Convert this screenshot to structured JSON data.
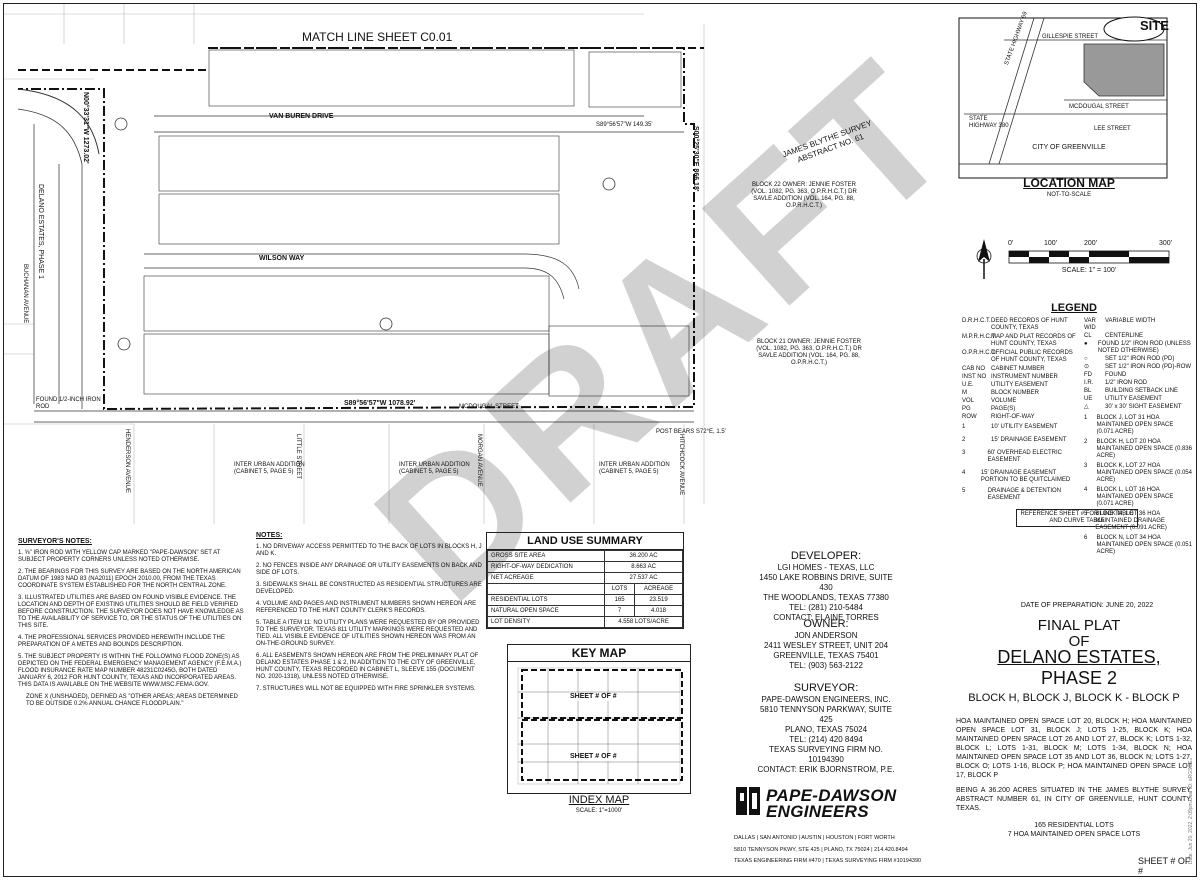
{
  "match_line": "MATCH LINE SHEET C0.01",
  "watermark": "DRAFT",
  "site_label": "SITE",
  "location_map": {
    "title": "LOCATION MAP",
    "subtitle": "NOT-TO-SCALE",
    "streets": [
      "GILLESPIE STREET",
      "STATE HIGHWAY 69",
      "MCDOUGAL STREET",
      "STATE HIGHWAY 380",
      "LEE STREET"
    ],
    "city": "CITY OF GREENVILLE"
  },
  "scale_bar": {
    "ticks": [
      "0'",
      "100'",
      "200'",
      "300'"
    ],
    "label": "SCALE: 1\" = 100'"
  },
  "legend": {
    "title": "LEGEND",
    "left_items": [
      {
        "abbr": "D.R.H.C.T.",
        "text": "DEED RECORDS OF HUNT COUNTY, TEXAS"
      },
      {
        "abbr": "M.P.R.H.C.T.",
        "text": "MAP AND PLAT RECORDS OF HUNT COUNTY, TEXAS"
      },
      {
        "abbr": "O.P.R.H.C.T.",
        "text": "OFFICIAL PUBLIC RECORDS OF HUNT COUNTY, TEXAS"
      },
      {
        "abbr": "CAB NO",
        "text": "CABINET NUMBER"
      },
      {
        "abbr": "INST NO",
        "text": "INSTRUMENT NUMBER"
      },
      {
        "abbr": "U.E.",
        "text": "UTILITY EASEMENT"
      },
      {
        "abbr": "M",
        "text": "BLOCK NUMBER"
      },
      {
        "abbr": "VOL",
        "text": "VOLUME"
      },
      {
        "abbr": "PG",
        "text": "PAGE(S)"
      },
      {
        "abbr": "ROW",
        "text": "RIGHT-OF-WAY"
      },
      {
        "abbr": "1",
        "text": "10' UTILITY EASEMENT"
      },
      {
        "abbr": "2",
        "text": "15' DRAINAGE EASEMENT"
      },
      {
        "abbr": "3",
        "text": "60' OVERHEAD ELECTRIC EASEMENT"
      },
      {
        "abbr": "4",
        "text": "15' DRAINAGE EASEMENT PORTION TO BE QUITCLAIMED"
      },
      {
        "abbr": "5",
        "text": "DRAINAGE & DETENTION EASEMENT"
      }
    ],
    "right_items": [
      {
        "abbr": "VAR WID",
        "text": "VARIABLE WIDTH"
      },
      {
        "abbr": "CL",
        "text": "CENTERLINE"
      },
      {
        "abbr": "●",
        "text": "FOUND 1/2\" IRON ROD (UNLESS NOTED OTHERWISE)"
      },
      {
        "abbr": "○",
        "text": "SET 1/2\" IRON ROD (PD)"
      },
      {
        "abbr": "⊙",
        "text": "SET 1/2\" IRON ROD (PD)-ROW"
      },
      {
        "abbr": "FD",
        "text": "FOUND"
      },
      {
        "abbr": "I.R.",
        "text": "1/2\" IRON ROD"
      },
      {
        "abbr": "BL",
        "text": "BUILDING SETBACK LINE"
      },
      {
        "abbr": "UE",
        "text": "UTILITY EASEMENT"
      },
      {
        "abbr": "△",
        "text": "30' x 30' SIGHT EASEMENT"
      },
      {
        "abbr": "1",
        "text": "BLOCK J, LOT 31 HOA MAINTAINED OPEN SPACE (0.071 ACRE)"
      },
      {
        "abbr": "2",
        "text": "BLOCK H, LOT 20 HOA MAINTAINED OPEN SPACE (0.836 ACRE)"
      },
      {
        "abbr": "3",
        "text": "BLOCK K, LOT 27 HOA MAINTAINED OPEN SPACE (0.054 ACRE)"
      },
      {
        "abbr": "4",
        "text": "BLOCK L, LOT 16 HOA MAINTAINED OPEN SPACE (0.071 ACRE)"
      },
      {
        "abbr": "5",
        "text": "BLOCK M, LOT 36 HOA MAINTAINED DRAINAGE EASEMENT (0.091 ACRE)"
      },
      {
        "abbr": "6",
        "text": "BLOCK N, LOT 34 HOA MAINTAINED OPEN SPACE (0.051 ACRE)"
      }
    ],
    "reference": "REFERENCE SHEET # FOR LINE TABLE AND CURVE TABLE"
  },
  "plan": {
    "streets": [
      "VAN BUREN DRIVE",
      "WILSON WAY",
      "MCDOUGAL STREET",
      "DELANO ESTATES, PHASE 1",
      "BUCHANAN AVENUE",
      "HENDERSON AVENUE",
      "LITTLE STREET",
      "MORGAN AVENUE",
      "HITCHCOCK AVENUE"
    ],
    "survey": "JAMES BLYTHE SURVEY ABSTRACT NO. 61",
    "owner_notes": [
      "BLOCK 22  OWNER: JENNIE FOSTER (VOL. 1082, PG. 363, O.P.R.H.C.T.)  DR SAVLE ADDITION (VOL. 164, PG. 88, O.P.R.H.C.T.)",
      "BLOCK 21  OWNER: JENNIE FOSTER (VOL. 1082, PG. 363, O.P.R.H.C.T.)  DR SAVLE ADDITION (VOL. 164, PG. 88, O.P.R.H.C.T.)"
    ],
    "bearings": [
      "N00°33'31\"W 1273.02'",
      "S00°25'30\"E 866.18'",
      "S89°56'57\"W 1078.92'",
      "S89°56'57\"W 149.35'"
    ],
    "addition": "INTER URBAN ADDITION (CABINET 5, PAGE 5)",
    "found_rod": "FOUND 1/2-INCH IRON ROD",
    "post": "POST BEARS S72°E, 1.5'"
  },
  "surveyor_notes": {
    "title": "SURVEYOR'S NOTES:",
    "items": [
      "1. ⅝\" IRON ROD WITH YELLOW CAP MARKED \"PAPE-DAWSON\" SET AT SUBJECT PROPERTY CORNERS UNLESS NOTED OTHERWISE.",
      "2. THE BEARINGS FOR THIS SURVEY ARE BASED ON THE NORTH AMERICAN DATUM OF 1983 NAD 83 (NA2011) EPOCH 2010.00, FROM THE TEXAS COORDINATE SYSTEM ESTABLISHED FOR THE NORTH CENTRAL ZONE.",
      "3. ILLUSTRATED UTILITIES ARE BASED ON FOUND VISIBLE EVIDENCE. THE LOCATION AND DEPTH OF EXISTING UTILITIES SHOULD BE FIELD VERIFIED BEFORE CONSTRUCTION. THE SURVEYOR DOES NOT HAVE KNOWLEDGE AS TO THE AVAILABILITY OF SERVICE TO, OR THE STATUS OF THE UTILITIES ON THIS SITE.",
      "4. THE PROFESSIONAL SERVICES PROVIDED HEREWITH INCLUDE THE PREPARATION OF A METES AND BOUNDS DESCRIPTION.",
      "5. THE SUBJECT PROPERTY IS WITHIN THE FOLLOWING FLOOD ZONE(S) AS DEPICTED ON THE FEDERAL EMERGENCY MANAGEMENT AGENCY (F.E.M.A.) FLOOD INSURANCE RATE MAP NUMBER 48231C0245G, BOTH DATED JANUARY 6, 2012 FOR HUNT COUNTY, TEXAS AND INCORPORATED AREAS. THIS DATA IS AVAILABLE ON THE WEBSITE WWW.MSC.FEMA.GOV.",
      "ZONE X (UNSHADED), DEFINED AS \"OTHER AREAS; AREAS DETERMINED TO BE OUTSIDE 0.2% ANNUAL CHANCE FLOODPLAIN.\""
    ]
  },
  "notes": {
    "title": "NOTES:",
    "items": [
      "1. NO DRIVEWAY ACCESS PERMITTED TO THE BACK OF LOTS IN BLOCKS H, J AND K.",
      "2. NO FENCES INSIDE ANY DRAINAGE OR UTILITY EASEMENTS ON BACK AND SIDE OF LOTS.",
      "3. SIDEWALKS SHALL BE CONSTRUCTED AS RESIDENTIAL STRUCTURES ARE DEVELOPED.",
      "4. VOLUME AND PAGES AND INSTRUMENT NUMBERS SHOWN HEREON ARE REFERENCED TO THE HUNT COUNTY CLERK'S RECORDS.",
      "5. TABLE A ITEM 11: NO UTILITY PLANS WERE REQUESTED BY OR PROVIDED TO THE SURVEYOR. TEXAS 811 UTILITY MARKINGS WERE REQUESTED AND TIED. ALL VISIBLE EVIDENCE OF UTILITIES SHOWN HEREON WAS FROM AN ON-THE-GROUND SURVEY.",
      "6. ALL EASEMENTS SHOWN HEREON ARE FROM THE PRELIMINARY PLAT OF DELANO ESTATES PHASE 1 & 2, IN ADDITION TO THE CITY OF GREENVILLE, HUNT COUNTY, TEXAS RECORDED IN CABINET L, SLEEVE 155 (DOCUMENT NO. 2020-1318), UNLESS NOTED OTHERWISE.",
      "7. STRUCTURES WILL NOT BE EQUIPPED WITH FIRE SPRINKLER SYSTEMS."
    ]
  },
  "land_use": {
    "title": "LAND USE SUMMARY",
    "top_rows": [
      {
        "label": "GROSS SITE AREA",
        "value": "36.200 AC"
      },
      {
        "label": "RIGHT-OF-WAY DEDICATION",
        "value": "8.663 AC"
      },
      {
        "label": "NET ACREAGE",
        "value": "27.537 AC"
      }
    ],
    "headers": [
      "",
      "LOTS",
      "ACREAGE"
    ],
    "rows": [
      {
        "label": "RESIDENTIAL LOTS",
        "lots": "165",
        "acreage": "23.519"
      },
      {
        "label": "NATURAL OPEN SPACE",
        "lots": "7",
        "acreage": "4.018"
      }
    ],
    "density": {
      "label": "LOT DENSITY",
      "value": "4.558 LOTS/ACRE"
    }
  },
  "key_map": {
    "title": "KEY MAP",
    "sheet_labels": [
      "SHEET # OF #",
      "SHEET # OF #"
    ],
    "index_title": "INDEX MAP",
    "index_scale": "SCALE: 1\"=1000'"
  },
  "developer": {
    "title": "DEVELOPER:",
    "lines": [
      "LGI HOMES - TEXAS, LLC",
      "1450 LAKE ROBBINS DRIVE, SUITE 430",
      "THE WOODLANDS, TEXAS 77380",
      "TEL: (281) 210-5484",
      "CONTACT: ELAINE TORRES"
    ]
  },
  "owner": {
    "title": "OWNER:",
    "lines": [
      "JON ANDERSON",
      "2411 WESLEY STREET, UNIT 204",
      "GREENVILLE, TEXAS 75401",
      "TEL: (903) 563-2122"
    ]
  },
  "surveyor": {
    "title": "SURVEYOR:",
    "lines": [
      "PAPE-DAWSON ENGINEERS, INC.",
      "5810 TENNYSON PARKWAY, SUITE 425",
      "PLANO, TEXAS 75024",
      "TEL: (214) 420 8494",
      "TEXAS SURVEYING FIRM NO. 10194390",
      "CONTACT: ERIK BJORNSTROM, P.E."
    ]
  },
  "firm": {
    "name_line1": "PAPE-DAWSON",
    "name_line2": "ENGINEERS",
    "cities": "DALLAS | SAN ANTONIO | AUSTIN | HOUSTON | FORT WORTH",
    "address": "5810 TENNYSON PKWY, STE 425 | PLANO, TX 75024 | 214.420.8494",
    "registration": "TEXAS ENGINEERING FIRM #470 | TEXAS SURVEYING FIRM #10194390"
  },
  "title_block": {
    "date": "DATE OF PREPARATION: JUNE 20, 2022",
    "line1": "FINAL PLAT",
    "line2": "OF",
    "line3": "DELANO ESTATES,",
    "line4": "PHASE 2",
    "blocks": "BLOCK H, BLOCK J, BLOCK K - BLOCK P",
    "description": "HOA MAINTAINED OPEN SPACE LOT 20, BLOCK H; HOA MAINTAINED OPEN SPACE LOT 31, BLOCK J; LOTS 1-25, BLOCK K; HOA MAINTAINED OPEN SPACE LOT 26 AND LOT 27, BLOCK K; LOTS 1-32, BLOCK L; LOTS 1-31, BLOCK M; LOTS 1-34, BLOCK N; HOA MAINTAINED OPEN SPACE LOT 35 AND LOT 36, BLOCK N; LOTS 1-27, BLOCK O; LOTS 1-16, BLOCK P; HOA MAINTAINED OPEN SPACE LOT 17, BLOCK P",
    "acres": "BEING A 36.200 ACRES SITUATED IN THE JAMES BLYTHE SURVEY, ABSTRACT NUMBER 61, IN CITY OF GREENVILLE, HUNT COUNTY, TEXAS.",
    "lots1": "165 RESIDENTIAL LOTS",
    "lots2": "7 HOA MAINTAINED OPEN SPACE LOTS",
    "sheet": "SHEET # OF #"
  },
  "side_stamp": "Date: Jun 20, 2022, 2:09pm  User ID: aRGSOE"
}
